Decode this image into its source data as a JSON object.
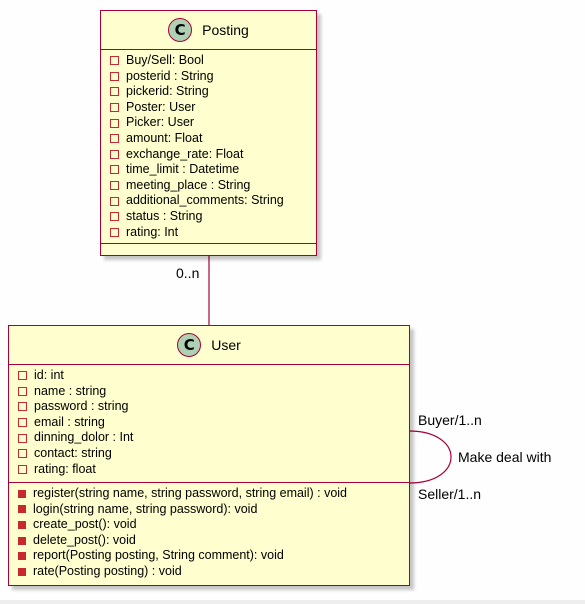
{
  "posting": {
    "name": "Posting",
    "stereotype_letter": "C",
    "attributes": [
      "Buy/Sell: Bool",
      "posterid : String",
      "pickerid: String",
      "Poster: User",
      "Picker: User",
      "amount: Float",
      "exchange_rate: Float",
      "time_limit : Datetime",
      "meeting_place : String",
      "additional_comments: String",
      "status : String",
      "rating: Int"
    ],
    "methods": []
  },
  "user": {
    "name": "User",
    "stereotype_letter": "C",
    "attributes": [
      "id: int",
      "name : string",
      "password : string",
      "email : string",
      "dinning_dolor : Int",
      "contact: string",
      "rating: float"
    ],
    "methods": [
      "register(string name, string password, string email) : void",
      "login(string name, string password): void",
      "create_post(): void",
      "delete_post(): void",
      "report(Posting posting, String comment): void",
      "rate(Posting posting) : void"
    ]
  },
  "associations": {
    "posting_user_multiplicity": "0..n",
    "self_role_top": "Buyer/1..n",
    "self_label": "Make deal with",
    "self_role_bottom": "Seller/1..n"
  },
  "colors": {
    "class_fill": "#fefece",
    "class_border": "#a80036",
    "circle_fill": "#add1b2",
    "visibility_marker": "#c82930"
  }
}
